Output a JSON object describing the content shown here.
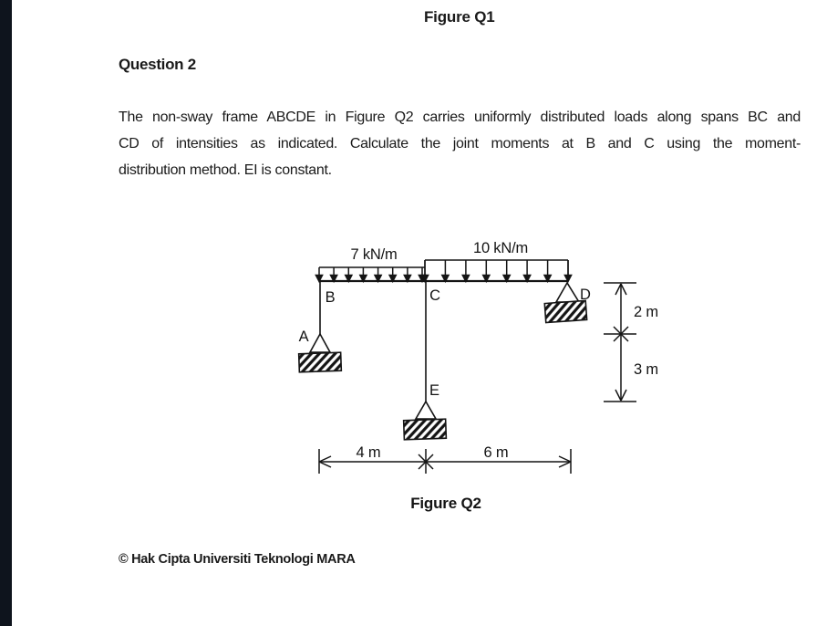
{
  "page": {
    "title": "Figure Q1",
    "question_heading": "Question 2",
    "paragraph_lines": [
      "The non-sway frame ABCDE in Figure Q2 carries uniformly distributed loads along spans BC and",
      "CD of intensities as indicated. Calculate the joint moments at B and C using the moment-",
      "distribution method. EI is constant."
    ],
    "footer": "© Hak Cipta Universiti Teknologi MARA"
  },
  "figure": {
    "caption": "Figure Q2",
    "loads": {
      "bc": "7 kN/m",
      "cd": "10 kN/m"
    },
    "joints": {
      "a": "A",
      "b": "B",
      "c": "C",
      "d": "D",
      "e": "E"
    },
    "dims": {
      "bc_span": "4 m",
      "cd_span": "6 m",
      "upper_height": "2 m",
      "lower_height": "3 m"
    },
    "colors": {
      "ink": "#141414",
      "sidebar": "#0e141d",
      "background": "#ffffff"
    }
  }
}
